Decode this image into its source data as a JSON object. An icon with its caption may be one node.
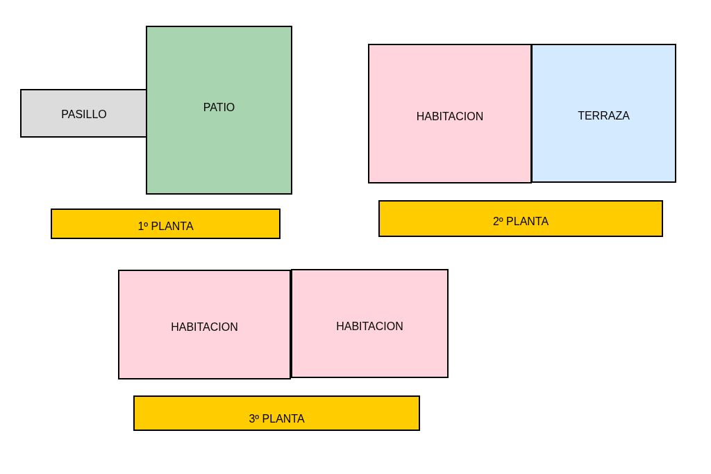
{
  "diagram": {
    "nodes": [
      {
        "text": [
          "PASILLO"
        ]
      },
      {
        "text": [
          "PATIO"
        ]
      },
      {
        "text": [
          "1º PLANTA"
        ]
      },
      {
        "text": [
          "HABITACION"
        ]
      },
      {
        "text": [
          "TERRAZA"
        ]
      },
      {
        "text": [
          "2º PLANTA"
        ]
      },
      {
        "text": [
          "HABITACION"
        ]
      },
      {
        "text": [
          "HABITACION"
        ]
      },
      {
        "text": [
          "3º PLANTA"
        ]
      }
    ]
  }
}
